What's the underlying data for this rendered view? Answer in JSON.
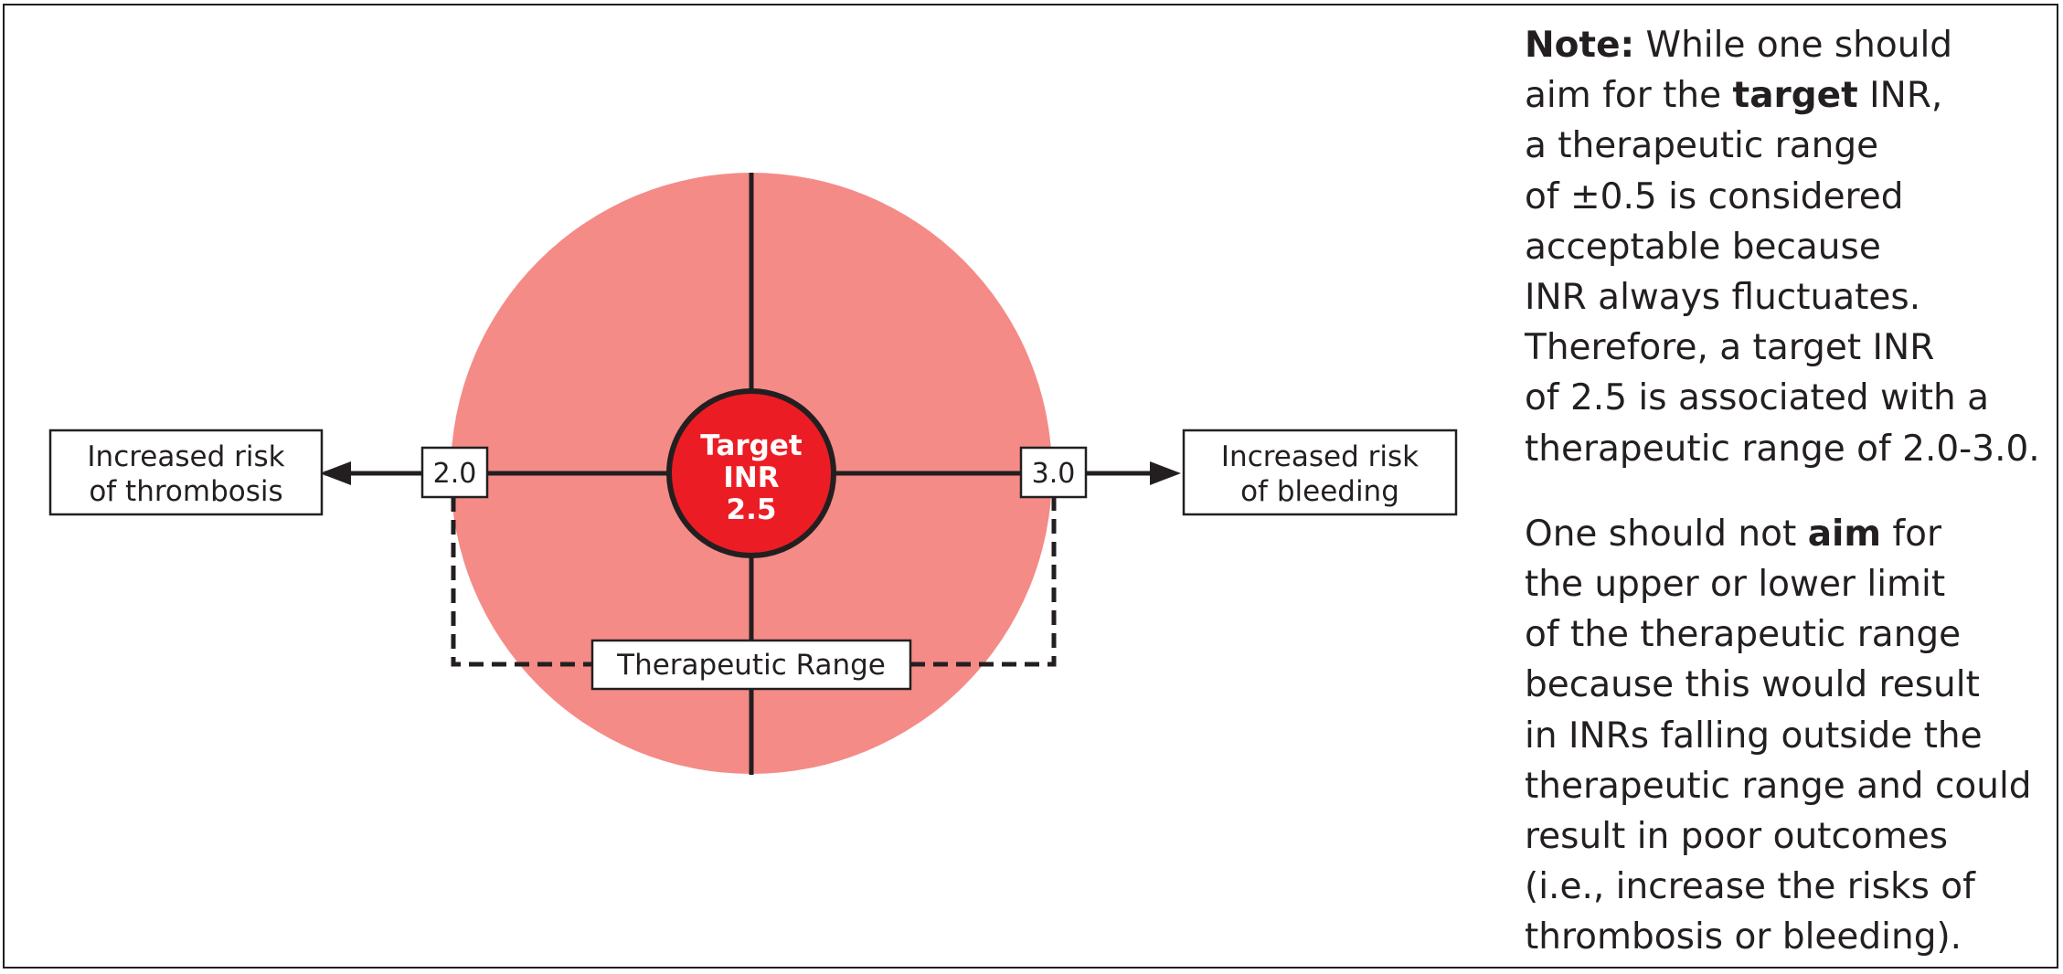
{
  "colors": {
    "ink": "#231f20",
    "circle_fill": "#f48b87",
    "target_fill": "#ec1c24",
    "box_fill": "#ffffff"
  },
  "diagram": {
    "target": {
      "line1": "Target",
      "line2": "INR",
      "line3": "2.5"
    },
    "lower_limit": "2.0",
    "upper_limit": "3.0",
    "left_box": {
      "line1": "Increased risk",
      "line2": "of thrombosis"
    },
    "right_box": {
      "line1": "Increased risk",
      "line2": "of bleeding"
    },
    "range_label": "Therapeutic Range"
  },
  "note": {
    "p1": {
      "l1_bold": "Note:",
      "l1_rest": " While one should",
      "l2_pre": "aim for the ",
      "l2_bold": "target",
      "l2_post": " INR,",
      "l3": "a therapeutic range",
      "l4": "of ±0.5 is considered",
      "l5": "acceptable because",
      "l6": "INR always fluctuates.",
      "l7": "Therefore, a target INR",
      "l8": "of 2.5 is associated with a",
      "l9": "therapeutic range of 2.0-3.0."
    },
    "p2": {
      "l1_pre": "One should not ",
      "l1_bold": "aim",
      "l1_post": " for",
      "l2": "the upper or lower limit",
      "l3": "of the therapeutic range",
      "l4": "because this would result",
      "l5": "in INRs falling outside the",
      "l6": "therapeutic range and could",
      "l7": "result in poor outcomes",
      "l8": "(i.e., increase the risks of",
      "l9": "thrombosis or bleeding)."
    }
  }
}
